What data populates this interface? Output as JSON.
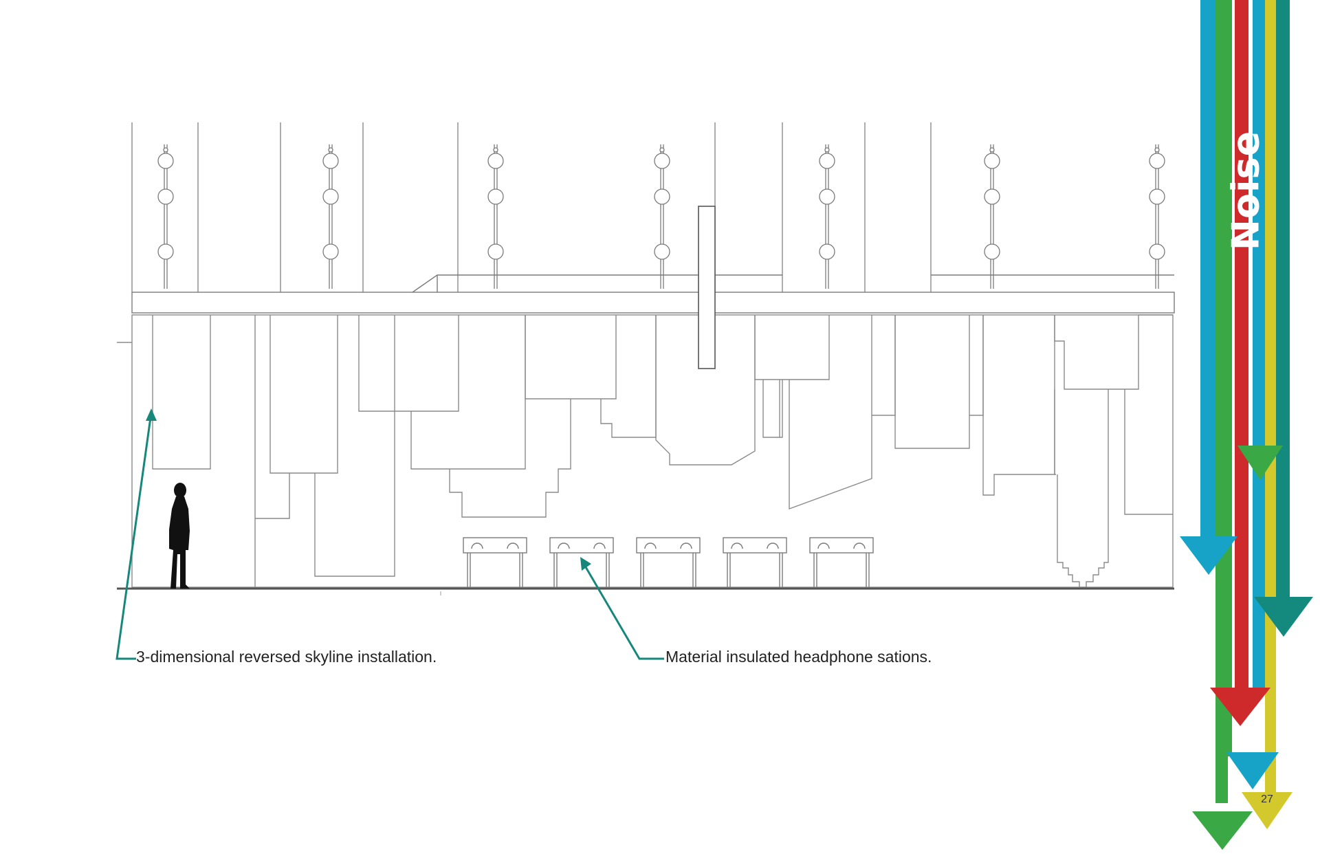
{
  "section_title": "Noise",
  "page_number": "27",
  "annotations": {
    "skyline": "3-dimensional reversed skyline installation.",
    "headphones": "Material insulated headphone sations."
  },
  "colors": {
    "line": "#7a7a7a",
    "leader": "#16877a",
    "stripe_blue": "#17a3c8",
    "stripe_green": "#3aa844",
    "stripe_red": "#cf2a2b",
    "stripe_yellow": "#d3c82c",
    "stripe_teal": "#148a7e",
    "silhouette": "#111111"
  }
}
